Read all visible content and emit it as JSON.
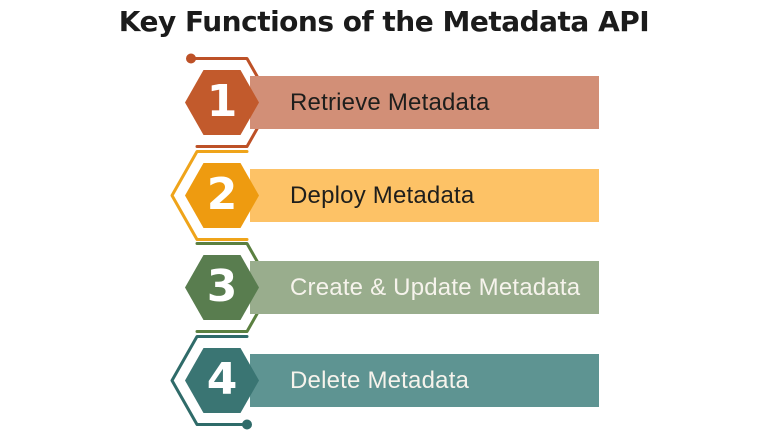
{
  "title": "Key Functions of the Metadata API",
  "background_color": "#ffffff",
  "steps": [
    {
      "number": "1",
      "label": "Retrieve Metadata",
      "hex_color": "#c25a2c",
      "outline_color": "#bd5127",
      "bar_color": "#d28f77",
      "label_color": "#1e1e1c"
    },
    {
      "number": "2",
      "label": "Deploy Metadata",
      "hex_color": "#ee9b10",
      "outline_color": "#efa41a",
      "bar_color": "#fdc266",
      "label_color": "#1e1e1c"
    },
    {
      "number": "3",
      "label": "Create & Update Metadata",
      "hex_color": "#597d4f",
      "outline_color": "#5b8040",
      "bar_color": "#99ad8d",
      "label_color": "#f6f3ec"
    },
    {
      "number": "4",
      "label": "Delete Metadata",
      "hex_color": "#3a7573",
      "outline_color": "#2f6b69",
      "bar_color": "#5e9492",
      "label_color": "#f6f3ec"
    }
  ]
}
